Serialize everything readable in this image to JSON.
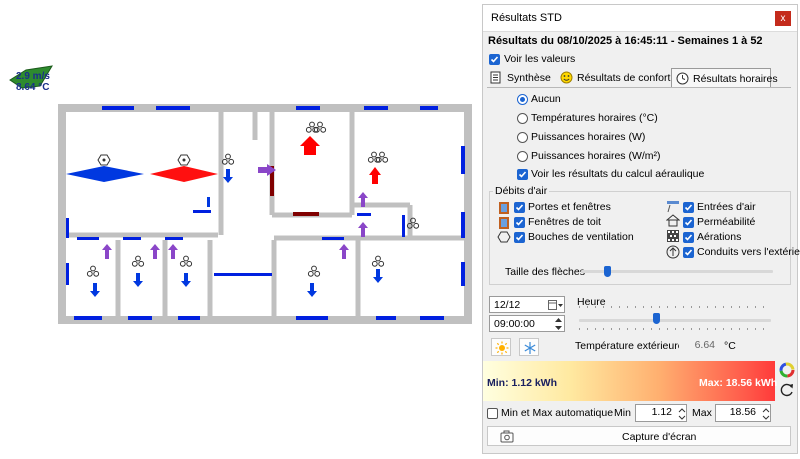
{
  "wind": {
    "speed": "2.9 m/s",
    "temperature": "8.64 °C"
  },
  "panel": {
    "title": "Résultats STD",
    "close_label": "x",
    "subtitle": "Résultats du 08/10/2025 à 16:45:11 - Semaines 1 à 52",
    "show_values_label": "Voir les valeurs",
    "tabs": [
      {
        "label": "Synthèse"
      },
      {
        "label": "Résultats de confort"
      },
      {
        "label": "Résultats horaires"
      }
    ],
    "radios": [
      {
        "label": "Aucun",
        "selected": true
      },
      {
        "label": "Températures horaires (°C)",
        "selected": false
      },
      {
        "label": "Puissances horaires (W)",
        "selected": false
      },
      {
        "label": "Puissances horaires (W/m²)",
        "selected": false
      }
    ],
    "aeraulic_label": "Voir les résultats du calcul aéraulique",
    "flows": {
      "title": "Débits d'air",
      "left": [
        {
          "label": "Portes et fenêtres",
          "icon": "door-icon"
        },
        {
          "label": "Fenêtres de toit",
          "icon": "roof-window-icon"
        },
        {
          "label": "Bouches de ventilation",
          "icon": "vent-icon"
        }
      ],
      "right": [
        {
          "label": "Entrées d'air",
          "icon": "air-inlet-icon"
        },
        {
          "label": "Perméabilité",
          "icon": "house-icon"
        },
        {
          "label": "Aérations",
          "icon": "grid-icon"
        },
        {
          "label": "Conduits vers l'extérieur",
          "icon": "duct-icon"
        }
      ],
      "arrow_size_label": "Taille des flèches"
    },
    "date": "12/12",
    "time": "09:00:00",
    "hour_label": "Heure",
    "ext_temp_label": "Température extérieure",
    "ext_temp_value": "6.64",
    "ext_temp_unit": "°C",
    "min_text": "Min: 1.12 kWh",
    "max_text": "Max: 18.56 kWh",
    "auto_label": "Min et Max automatique",
    "min_label": "Min",
    "min_value": "1.12",
    "max_label": "Max",
    "max_value": "18.56",
    "screenshot_label": "Capture d'écran"
  },
  "colors": {
    "accent": "#1b64d1",
    "window": "#0020e0",
    "red": "#ff0000",
    "purple": "#8040c0",
    "wall": "#c0c0c0"
  }
}
